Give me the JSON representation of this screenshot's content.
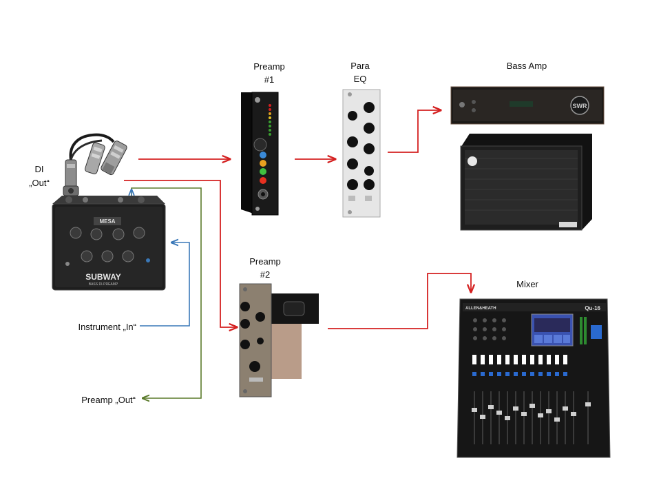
{
  "labels": {
    "preamp1_line1": "Preamp",
    "preamp1_line2": "#1",
    "para_line1": "Para",
    "para_line2": "EQ",
    "bass_amp": "Bass Amp",
    "di_line1": "DI",
    "di_line2": "„Out“",
    "preamp2_line1": "Preamp",
    "preamp2_line2": "#2",
    "mixer": "Mixer",
    "instrument_in": "Instrument  „In“",
    "preamp_out": "Preamp  „Out“"
  },
  "device_text": {
    "mesa_logo": "MESA",
    "subway_line1": "SUBWAY",
    "subway_line2": "BASS DI-PREAMP",
    "mixer_brand": "ALLEN&HEATH",
    "mixer_model": "Qu-16",
    "amp_badge": "SWR"
  },
  "colors": {
    "red_arrow": "#d42020",
    "blue_arrow": "#3a78b8",
    "green_arrow": "#5a7a2a"
  },
  "icons": {
    "xlr_cable": "xlr-y-cable-icon",
    "di_box": "di-preamp-box-icon",
    "preamp1": "preamp-module-icon",
    "para_eq": "parametric-eq-module-icon",
    "bass_head": "bass-amp-head-icon",
    "bass_cab": "bass-cabinet-icon",
    "preamp2": "preamp-module-2-icon",
    "mixer": "digital-mixer-icon"
  }
}
